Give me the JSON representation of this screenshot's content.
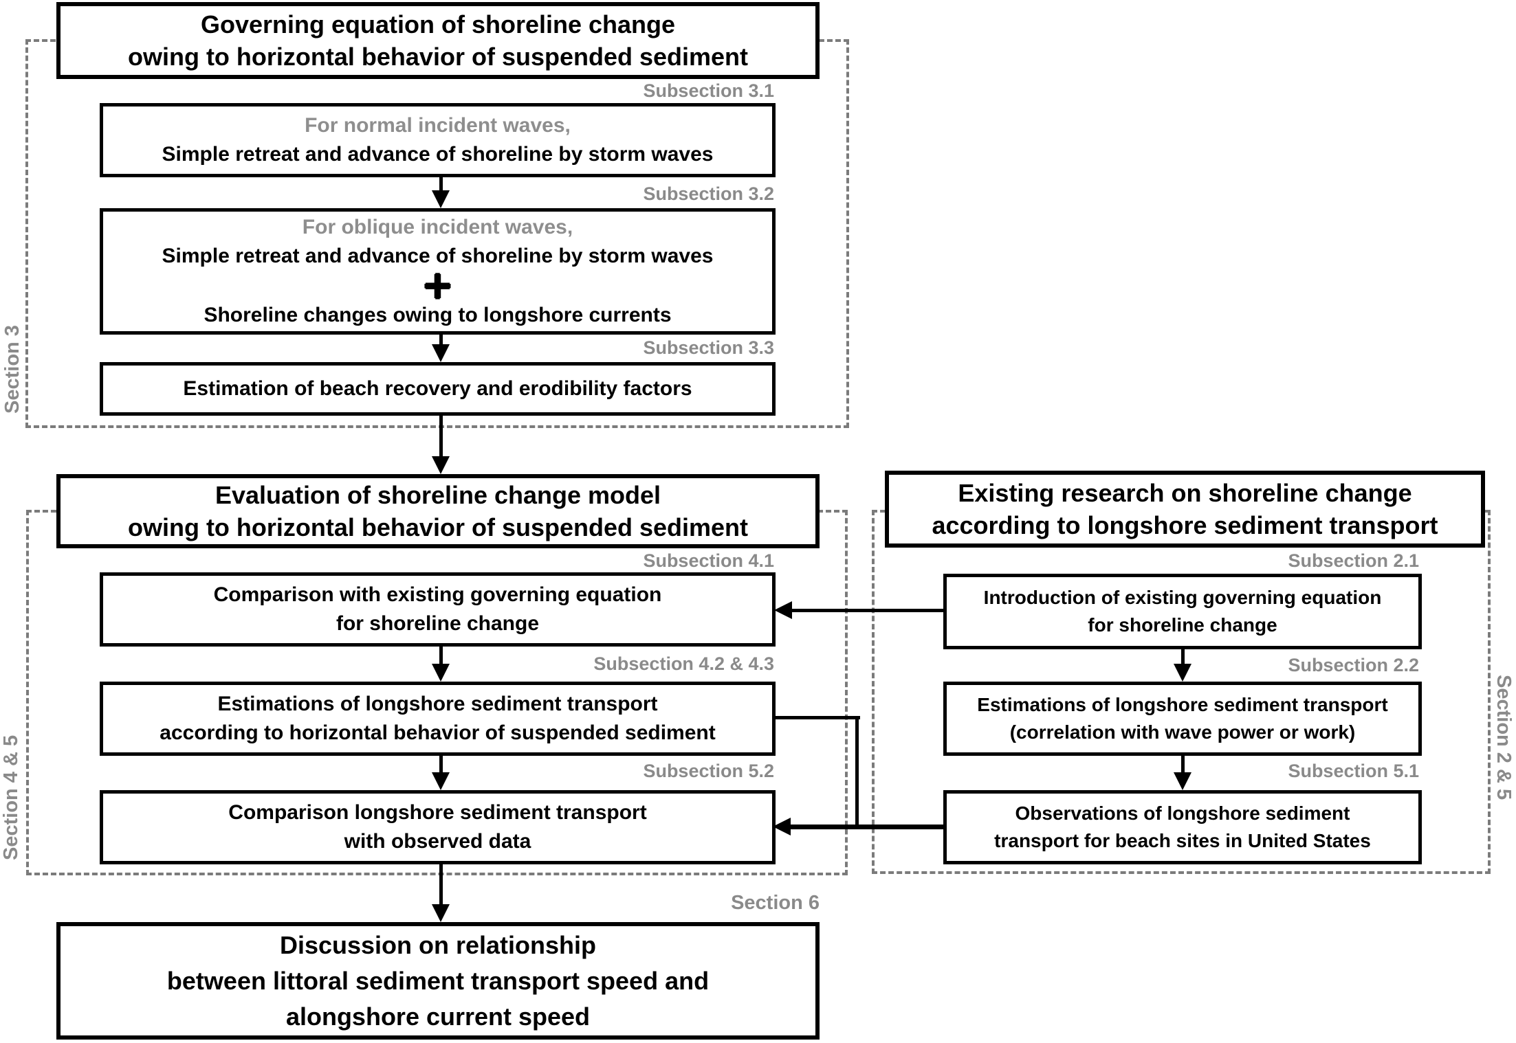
{
  "boxes": {
    "governing": {
      "line1": "Governing equation of shoreline change",
      "line2": "owing to horizontal behavior of suspended sediment"
    },
    "normal_waves": {
      "note": "For normal incident waves,",
      "line1": "Simple retreat and advance of shoreline by storm waves"
    },
    "oblique_waves": {
      "note": "For oblique incident waves,",
      "line1": "Simple retreat and advance of shoreline by storm waves",
      "plus": "+",
      "line2": "Shoreline changes owing to longshore currents"
    },
    "recovery": {
      "line1": "Estimation of beach recovery and erodibility factors"
    },
    "evaluation": {
      "line1": "Evaluation of shoreline change model",
      "line2": "owing to horizontal behavior of suspended sediment"
    },
    "comparison_existing": {
      "line1": "Comparison with existing governing equation",
      "line2": "for shoreline change"
    },
    "estimations_horizontal": {
      "line1": "Estimations of longshore sediment transport",
      "line2": "according to horizontal behavior of suspended sediment"
    },
    "comparison_observed": {
      "line1": "Comparison longshore sediment transport",
      "line2": "with observed data"
    },
    "discussion": {
      "line1": "Discussion on relationship",
      "line2": "between littoral sediment transport speed and",
      "line3": "alongshore current speed"
    },
    "existing_research": {
      "line1": "Existing research on shoreline change",
      "line2": "according to longshore sediment transport"
    },
    "introduction_existing": {
      "line1": "Introduction of existing governing equation",
      "line2": "for shoreline change"
    },
    "estimations_correlation": {
      "line1": "Estimations of longshore sediment transport",
      "line2": "(correlation with wave power or work)"
    },
    "observations": {
      "line1": "Observations of longshore sediment",
      "line2": "transport for beach sites in United States"
    }
  },
  "labels": {
    "section3": "Section 3",
    "section45": "Section 4 & 5",
    "section25": "Section 2 & 5",
    "section6": "Section 6",
    "sub31": "Subsection 3.1",
    "sub32": "Subsection 3.2",
    "sub33": "Subsection 3.3",
    "sub41": "Subsection 4.1",
    "sub4243": "Subsection 4.2 & 4.3",
    "sub52": "Subsection 5.2",
    "sub21": "Subsection 2.1",
    "sub22": "Subsection 2.2",
    "sub51": "Subsection 5.1"
  },
  "colors": {
    "box_border": "#000000",
    "dashed_border": "#7b7b7b",
    "gray_text": "#8a8a8a",
    "note_text": "#8e8e8e",
    "text": "#000000",
    "background": "#ffffff"
  }
}
